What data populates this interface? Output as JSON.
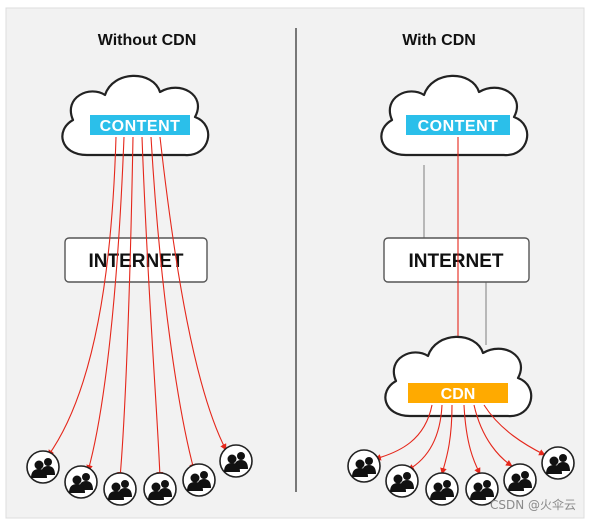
{
  "left_panel": {
    "title": "Without CDN",
    "cloud_label": "CONTENT",
    "internet_label": "INTERNET"
  },
  "right_panel": {
    "title": "With CDN",
    "cloud_label": "CONTENT",
    "internet_label": "INTERNET",
    "cdn_label": "CDN"
  },
  "colors": {
    "background_panel": "#f2f2f2",
    "content_label_bg": "#2bbfea",
    "cdn_label_bg": "#ffaa00",
    "arrow": "#e5271b",
    "connector": "#999999",
    "box_border": "#555555"
  },
  "icons": {
    "user_group": "user-group-icon",
    "cloud": "cloud-shape"
  },
  "watermark": "CSDN @火伞云"
}
